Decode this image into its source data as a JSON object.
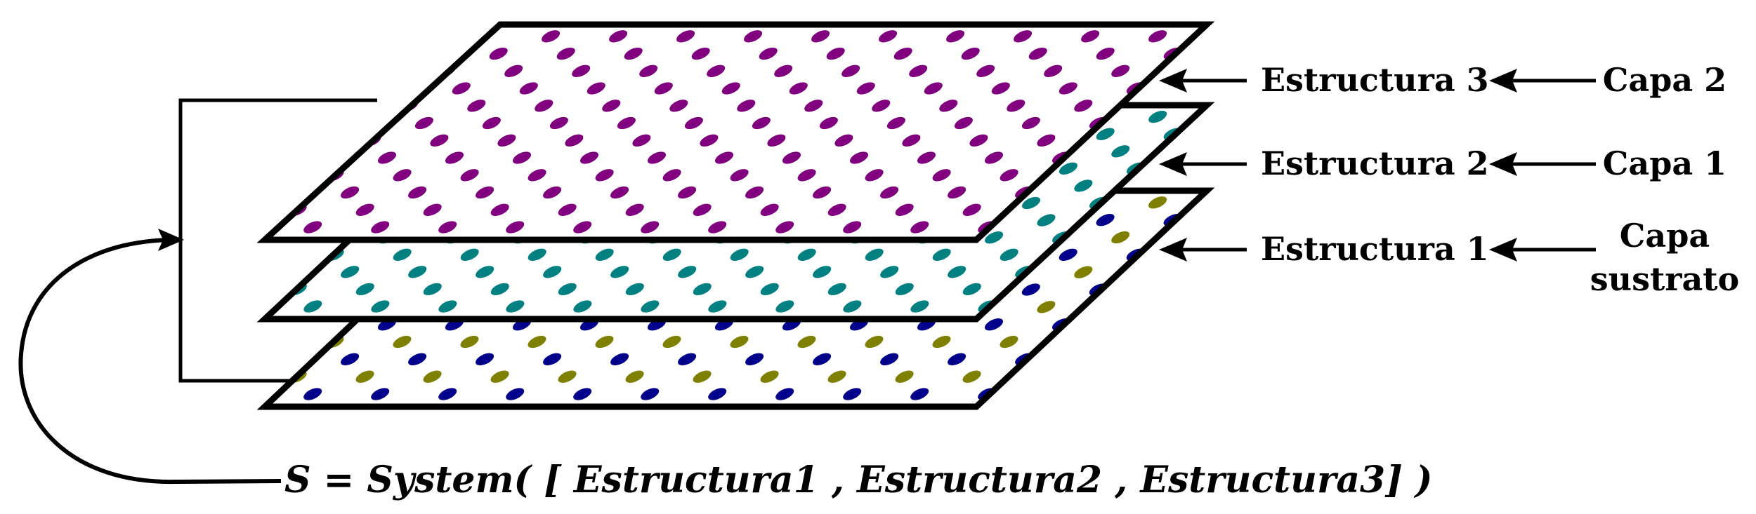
{
  "structures": [
    {
      "label": "Estructura 3",
      "layer": "Capa 2",
      "dot_colors": [
        "#800080"
      ]
    },
    {
      "label": "Estructura 2",
      "layer": "Capa 1",
      "dot_colors": [
        "#008080"
      ]
    },
    {
      "label": "Estructura 1",
      "layer_lines": [
        "Capa",
        "sustrato"
      ],
      "dot_colors": [
        "#00008B",
        "#808000"
      ]
    }
  ],
  "formula": "S = System( [ Estructura1 , Estructura2 , Estructura3] )",
  "colors": {
    "stroke": "#000000",
    "background": "#ffffff",
    "top_dots": "#800080",
    "middle_dots": "#008080",
    "bottom_dots_a": "#00008B",
    "bottom_dots_b": "#808000"
  }
}
